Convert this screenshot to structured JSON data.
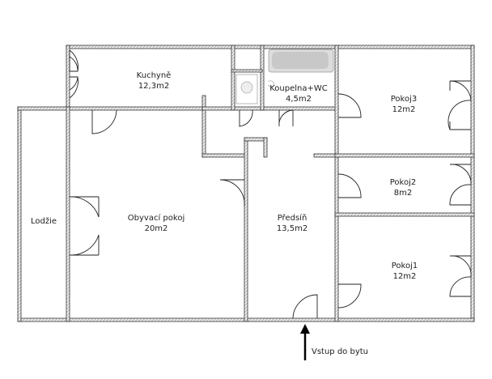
{
  "rooms": {
    "kitchen": {
      "name": "Kuchyně",
      "area": "12,3m2"
    },
    "bathroom": {
      "name": "Koupelna+WC",
      "area": "4,5m2"
    },
    "room3": {
      "name": "Pokoj3",
      "area": "12m2"
    },
    "room2": {
      "name": "Pokoj2",
      "area": "8m2"
    },
    "room1": {
      "name": "Pokoj1",
      "area": "12m2"
    },
    "hall": {
      "name": "Předsíň",
      "area": "13,5m2"
    },
    "living": {
      "name": "Obyvací pokoj",
      "area": "20m2"
    },
    "loggia": {
      "name": "Lodžie"
    }
  },
  "entrance_label": "Vstup do bytu"
}
